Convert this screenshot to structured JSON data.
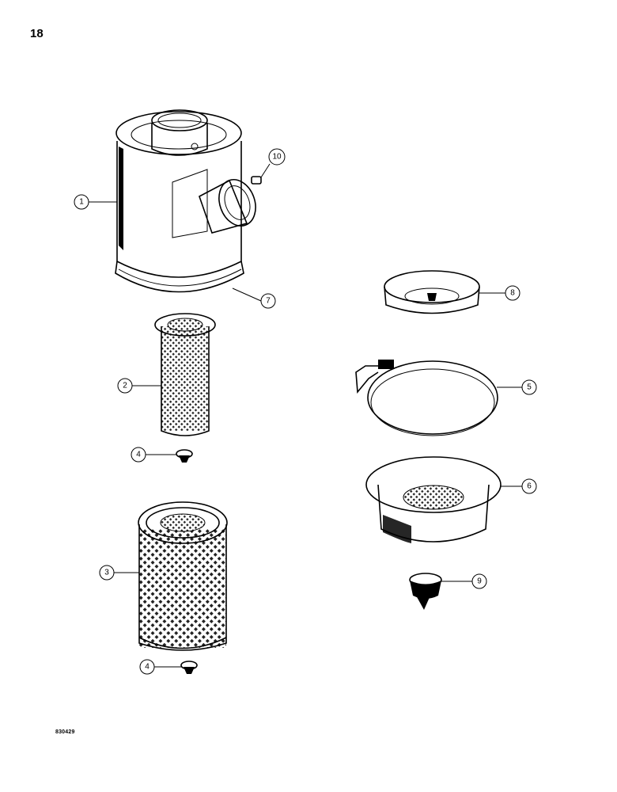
{
  "page": {
    "number": "18",
    "figure_code": "830429"
  },
  "callouts": [
    {
      "id": "c1",
      "label": "1"
    },
    {
      "id": "c2",
      "label": "2"
    },
    {
      "id": "c3",
      "label": "3"
    },
    {
      "id": "c4a",
      "label": "4"
    },
    {
      "id": "c4b",
      "label": "4"
    },
    {
      "id": "c5",
      "label": "5"
    },
    {
      "id": "c6",
      "label": "6"
    },
    {
      "id": "c7",
      "label": "7"
    },
    {
      "id": "c8",
      "label": "8"
    },
    {
      "id": "c9",
      "label": "9"
    },
    {
      "id": "c10",
      "label": "10"
    }
  ]
}
